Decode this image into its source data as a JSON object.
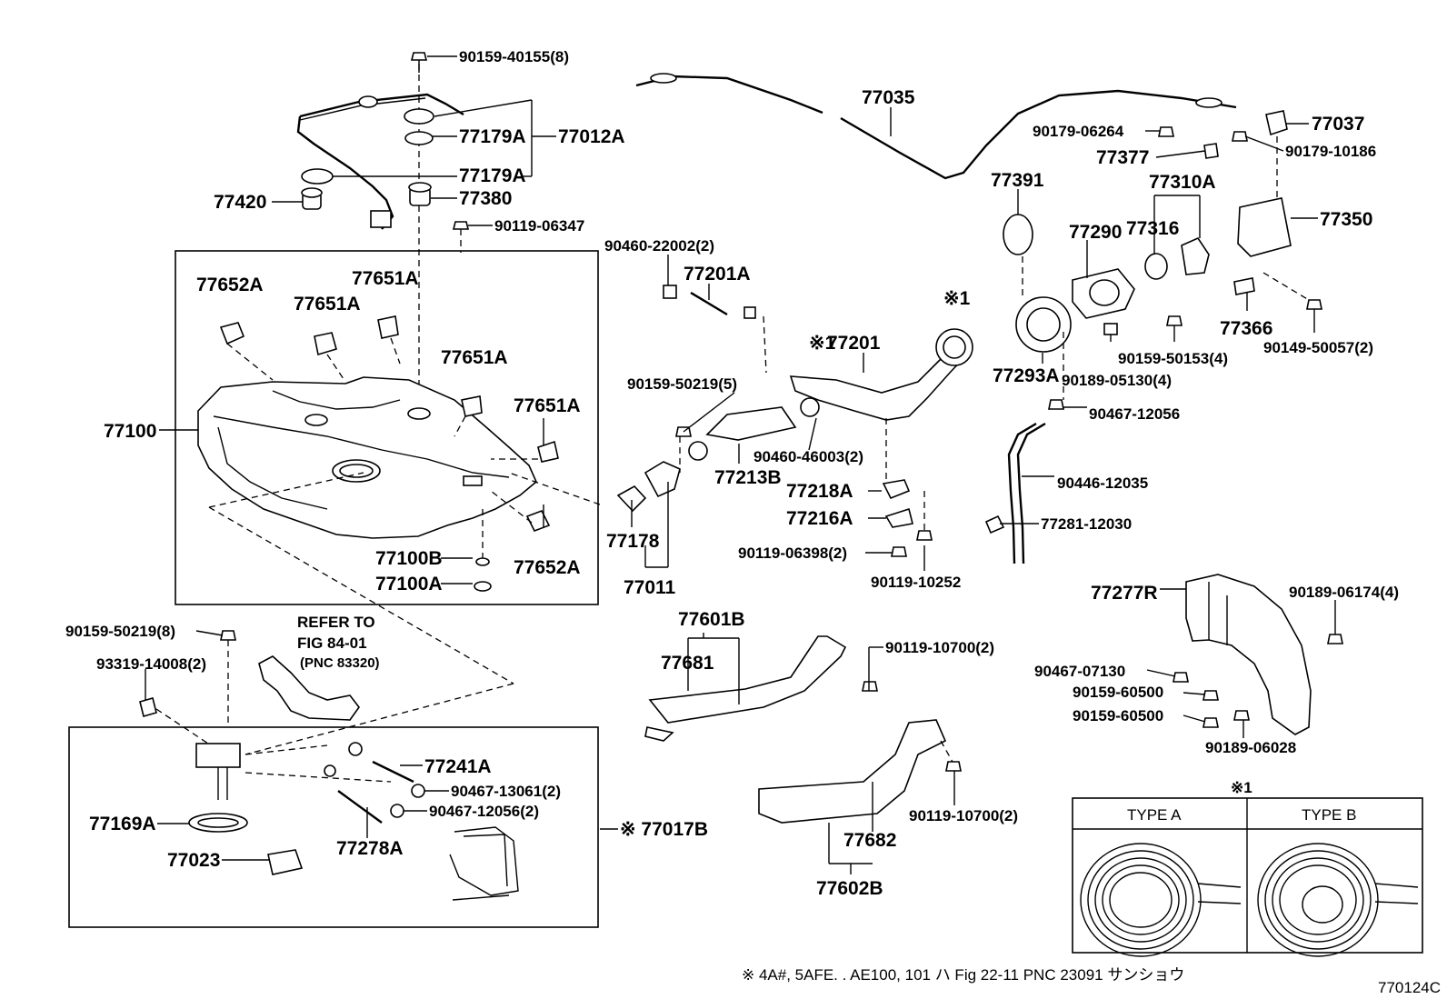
{
  "diagram_id": "770124C",
  "footnote": "※  4A#, 5AFE. . AE100, 101 ハ Fig 22-11 PNC 23091 サンショウ",
  "refer_note": {
    "line1": "REFER TO",
    "line2": "FIG 84-01",
    "line3": "(PNC 83320)"
  },
  "type_table": {
    "marker": "※1",
    "type_a": "TYPE A",
    "type_b": "TYPE B"
  },
  "ast1_labels": {
    "a": "※1",
    "b": "※1"
  },
  "labels": {
    "p90159_40155": "90159-40155(8)",
    "p77179A_1": "77179A",
    "p77012A": "77012A",
    "p77179A_2": "77179A",
    "p77420": "77420",
    "p77380": "77380",
    "p90119_06347": "90119-06347",
    "p77652A_1": "77652A",
    "p77651A_1": "77651A",
    "p77651A_2": "77651A",
    "p77651A_3": "77651A",
    "p77651A_4": "77651A",
    "p77100": "77100",
    "p77100B": "77100B",
    "p77100A": "77100A",
    "p77652A_2": "77652A",
    "p77035": "77035",
    "p90460_22002": "90460-22002(2)",
    "p77201A": "77201A",
    "p77201": "77201",
    "p90159_50219_5": "90159-50219(5)",
    "p90460_46003": "90460-46003(2)",
    "p77213B": "77213B",
    "p77218A": "77218A",
    "p77216A": "77216A",
    "p77178": "77178",
    "p77011": "77011",
    "p90119_06398": "90119-06398(2)",
    "p90119_10252": "90119-10252",
    "p77037": "77037",
    "p90179_06264": "90179-06264",
    "p77377": "77377",
    "p90179_10186": "90179-10186",
    "p77391": "77391",
    "p77310A": "77310A",
    "p77290": "77290",
    "p77316": "77316",
    "p77350": "77350",
    "p77366": "77366",
    "p77293A": "77293A",
    "p90159_50153": "90159-50153(4)",
    "p90189_05130": "90189-05130(4)",
    "p90149_50057": "90149-50057(2)",
    "p90467_12056_r": "90467-12056",
    "p90446_12035": "90446-12035",
    "p77281_12030": "77281-12030",
    "p77277R": "77277R",
    "p90189_06174": "90189-06174(4)",
    "p90467_07130": "90467-07130",
    "p90159_60500_1": "90159-60500",
    "p90159_60500_2": "90159-60500",
    "p90189_06028": "90189-06028",
    "p77601B": "77601B",
    "p77681": "77681",
    "p90119_10700_1": "90119-10700(2)",
    "p90119_10700_2": "90119-10700(2)",
    "p77682": "77682",
    "p77602B": "77602B",
    "p90159_50219_8": "90159-50219(8)",
    "p93319_14008": "93319-14008(2)",
    "p77241A": "77241A",
    "p90467_13061": "90467-13061(2)",
    "p90467_12056_2": "90467-12056(2)",
    "p77169A": "77169A",
    "p77278A": "77278A",
    "p77023": "77023",
    "p77017B": "※  77017B"
  }
}
